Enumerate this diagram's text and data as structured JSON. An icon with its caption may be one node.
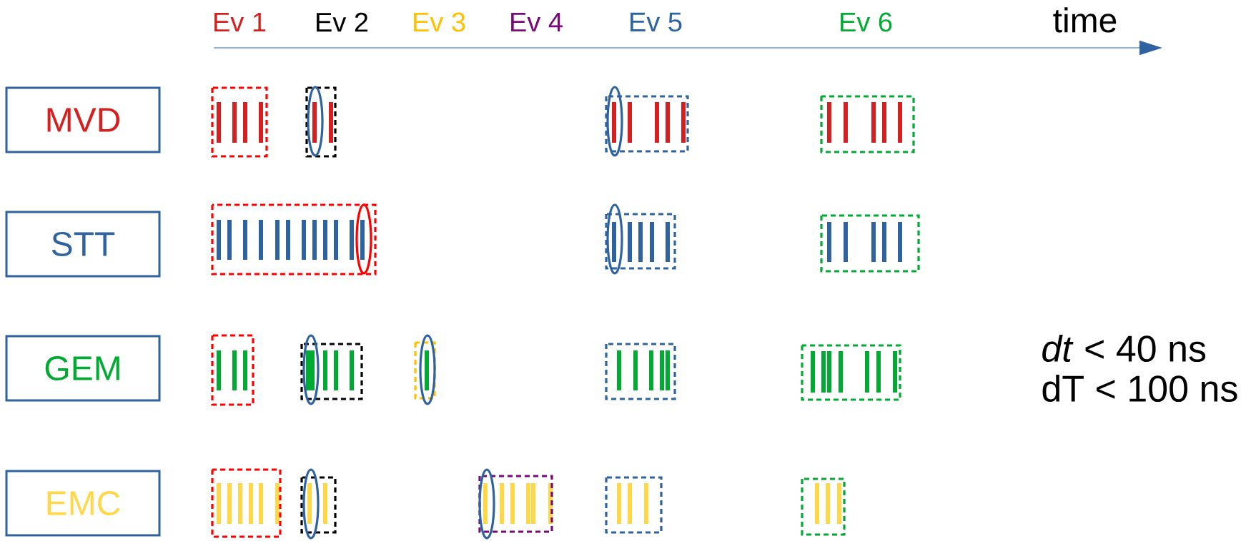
{
  "diagram": {
    "nodes": [
      {
        "text": [
          "MVD"
        ]
      },
      {
        "text": [
          "STT"
        ]
      },
      {
        "text": [
          "GEM"
        ]
      },
      {
        "text": [
          "EMC"
        ]
      }
    ],
    "labels": [
      "Ev 1",
      "Ev 2",
      "Ev 3",
      "Ev 4",
      "Ev 5",
      "Ev 6",
      "time",
      "*dt*  <  40 ns",
      "dT  <  100 ns"
    ]
  }
}
